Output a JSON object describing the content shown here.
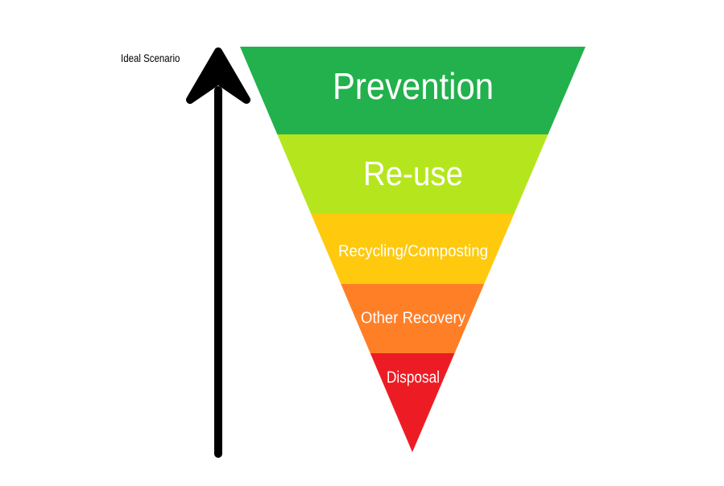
{
  "arrow": {
    "label": "Ideal Scenario",
    "color": "#000000",
    "icon": "up-arrow-icon"
  },
  "hierarchy": {
    "tiers": [
      {
        "label": "Prevention",
        "color": "#22b14c"
      },
      {
        "label": "Re-use",
        "color": "#b5e61d"
      },
      {
        "label": "Recycling/Composting",
        "color": "#ffc90e"
      },
      {
        "label": "Other Recovery",
        "color": "#ff7f27"
      },
      {
        "label": "Disposal",
        "color": "#ed1c24"
      }
    ]
  }
}
